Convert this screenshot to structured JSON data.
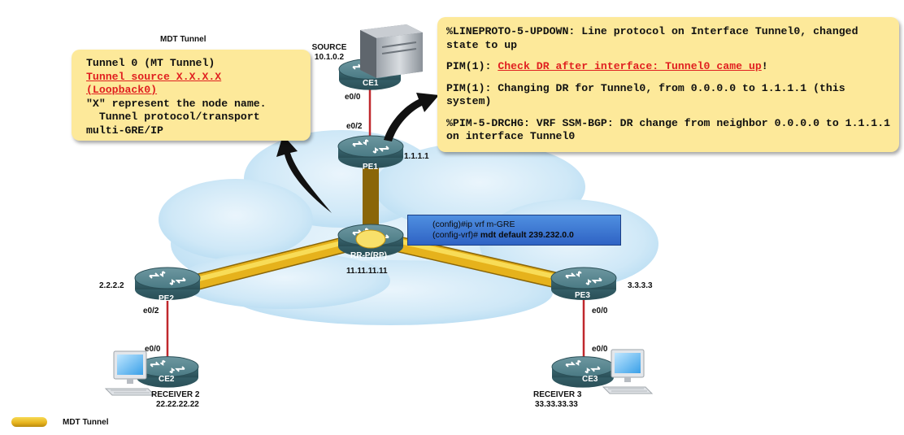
{
  "left_callout": {
    "heading": "MDT Tunnel",
    "line1": "Tunnel 0 (MT Tunnel)",
    "line2": "Tunnel source X.X.X.X",
    "line3": "(Loopback0)",
    "line4": "\"X\" represent the node name.",
    "line5": "  Tunnel protocol/transport",
    "line6": "multi-GRE/IP"
  },
  "right_callout": {
    "msg1": "%LINEPROTO-5-UPDOWN: Line protocol on Interface Tunnel0, changed state to up",
    "msg2_prefix": "PIM(1): ",
    "msg2_link": "Check DR after interface: Tunnel0 came up",
    "msg2_suffix": "!",
    "msg3": "PIM(1): Changing DR for Tunnel0, from 0.0.0.0 to 1.1.1.1 (this system)",
    "msg4": "%PIM-5-DRCHG: VRF SSM-BGP: DR change from neighbor 0.0.0.0 to 1.1.1.1 on interface Tunnel0"
  },
  "config": {
    "line1": "(config)#ip vrf m-GRE",
    "line2_prefix": "(config-vrf)#",
    "line2_cmd": " mdt default 239.232.0.0"
  },
  "nodes": {
    "source": {
      "title": "SOURCE",
      "ip": "10.1.0.2"
    },
    "ce1": {
      "name": "CE1",
      "iface": "e0/0"
    },
    "pe1": {
      "name": "PE1",
      "iface": "e0/2",
      "ip": "1.1.1.1"
    },
    "rr": {
      "name": "RR-P(RP)",
      "ip": "11.11.11.11"
    },
    "pe2": {
      "name": "PE2",
      "ip": "2.2.2.2",
      "iface": "e0/2"
    },
    "pe3": {
      "name": "PE3",
      "ip": "3.3.3.3",
      "iface": "e0/0"
    },
    "ce2": {
      "name": "CE2",
      "iface": "e0/0"
    },
    "ce3": {
      "name": "CE3",
      "iface": "e0/0"
    },
    "receiver2": {
      "title": "RECEIVER 2",
      "ip": "22.22.22.22"
    },
    "receiver3": {
      "title": "RECEIVER 3",
      "ip": "33.33.33.33"
    }
  },
  "legend": {
    "label": "MDT Tunnel"
  },
  "colors": {
    "callout_fill": "#fde99a",
    "tunnel_gold": "#e6b21c",
    "cloud_blue": "#c6e3f5",
    "router_teal": "#3f6f78",
    "link_red": "#c0282d",
    "config_blue": "#3f78d4",
    "highlight_red": "#e02020"
  }
}
